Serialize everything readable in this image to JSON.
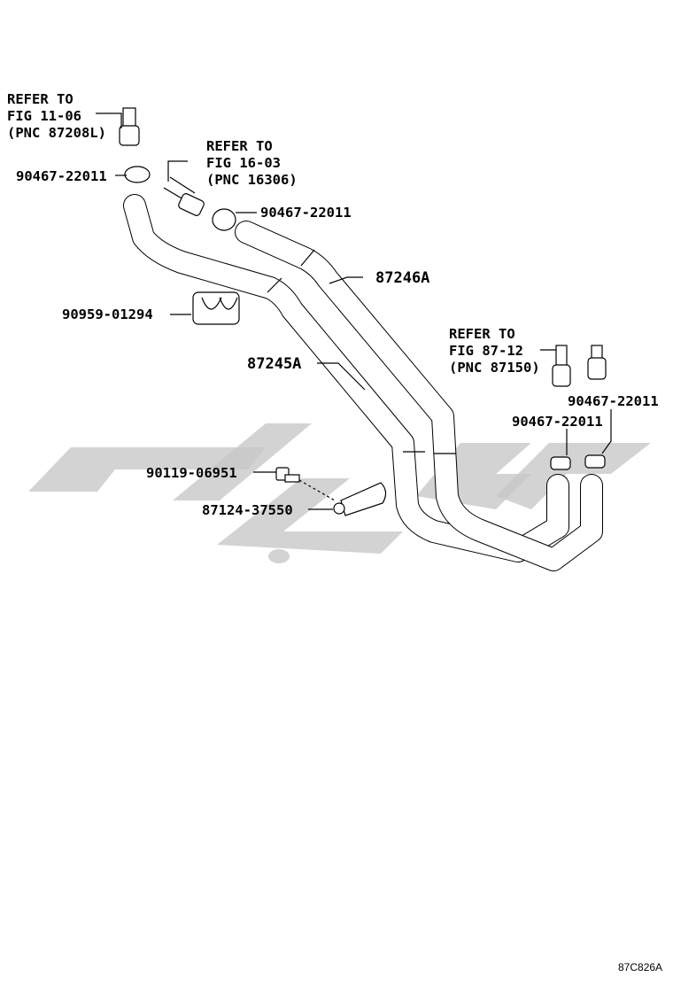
{
  "labels": {
    "refer_top_left": [
      "REFER TO",
      "FIG 11-06",
      "(PNC 87208L)"
    ],
    "refer_mid": [
      "REFER TO",
      "FIG 16-03",
      "(PNC 16306)"
    ],
    "refer_right": [
      "REFER TO",
      "FIG 87-12",
      "(PNC 87150)"
    ],
    "clamp_top_left": "90467-22011",
    "clamp_mid": "90467-22011",
    "clamp_right_upper": "90467-22011",
    "clamp_right_lower": "90467-22011",
    "hose_upper": "87246A",
    "hose_lower": "87245A",
    "grommet": "90959-01294",
    "bolt": "90119-06951",
    "bracket": "87124-37550"
  },
  "figure_code": "87C826A",
  "colors": {
    "line": "#000000",
    "watermark": "#c8c8c8",
    "background": "#ffffff"
  }
}
